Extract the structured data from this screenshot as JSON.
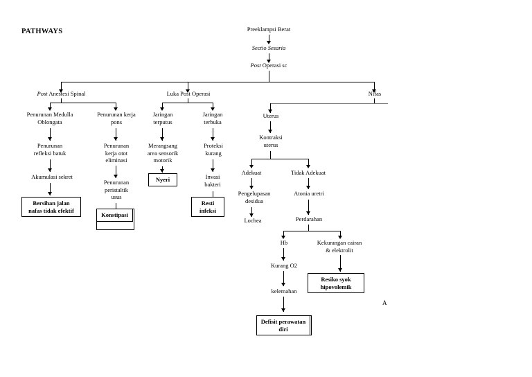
{
  "page": {
    "title": "PATHWAYS",
    "corner_label": "A"
  },
  "nodes": {
    "preeklampsi": "Preeklampsi Berat",
    "sectio": "Sectio Sesaria",
    "post_op": "Post Operasi sc",
    "post_anestesi": "Post Anestesi Spinal",
    "luka_post_operasi": "Luka Post Operasi",
    "nifas": "Nifas",
    "penurunan_medulla": "Penurunan Medulla\nOblongata",
    "penurunan_kerja_pons": "Penurunan kerja\npons",
    "jaringan_terputus": "Jaringan\nterputus",
    "jaringan_terbuka": "Jaringan\nterbuka",
    "uterus": "Uterus",
    "penurunan_refleksi_batuk": "Penurunan\nrefleksi batuk",
    "penurunan_kerja_otot": "Penurunan\nkerja otot\neliminasi",
    "merangsang_area": "Merangsang\narea sensorik\nmotorik",
    "proteksi_kurang": "Proteksi\nkurang",
    "kontraksi_uterus": "Kontraksi\nuterus",
    "akumulasi_sekret": "Akumulasi sekret",
    "penurunan_peristaltik": "Penurunan\nperistaltik\nusus",
    "nyeri": "Nyeri",
    "invasi_bakteri": "Invasi\nbakteri",
    "adekuat": "Adekuat",
    "tidak_adekuat": "Tidak Adekuat",
    "bersihan_jalan": "Bersihan jalan\nnafas tidak efektif",
    "konstipasi": "Konstipasi",
    "resti_infeksi": "Resti\ninfeksi",
    "pengelupasan_desidua": "Pengelupasan\ndesidua",
    "atonia_uretri": "Atonia uretri",
    "lochea": "Lochea",
    "perdarahan": "Perdarahan",
    "hb": "Hb",
    "kekurangan_cairan": "Kekurangan cairan\n& elektrolit",
    "kurang_o2": "Kurang O2",
    "resiko_syok": "Resiko syok\nhipovolemik",
    "kelemahan": "kelemahan",
    "defisit_perawatan": "Defisit perawatan\ndiri"
  }
}
